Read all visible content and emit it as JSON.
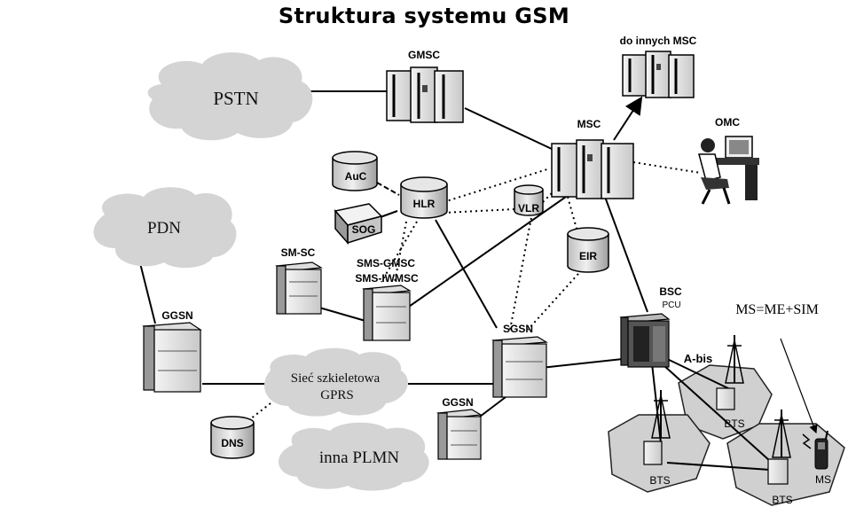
{
  "title": "Struktura systemu GSM",
  "nodes": {
    "pstn": "PSTN",
    "pdn": "PDN",
    "gmsc": "GMSC",
    "other_msc": "do innych MSC",
    "msc": "MSC",
    "omc": "OMC",
    "auc": "AuC",
    "hlr": "HLR",
    "sog": "SOG",
    "vlr": "VLR",
    "eir": "EIR",
    "sm_sc": "SM-SC",
    "sms_gmsc": "SMS-GMSC",
    "sms_iwmsc": "SMS-IWMSC",
    "ggsn_left": "GGSN",
    "ggsn_bottom": "GGSN",
    "sgsn": "SGSN",
    "bsc": "BSC",
    "pcu": "PCU",
    "abis": "A-bis",
    "ms_formula": "MS=ME+SIM",
    "gprs_line1": "Sieć szkieletowa",
    "gprs_line2": "GPRS",
    "dns": "DNS",
    "other_plmn": "inna PLMN",
    "bts_1": "BTS",
    "bts_2": "BTS",
    "bts_3": "BTS",
    "ms": "MS"
  }
}
